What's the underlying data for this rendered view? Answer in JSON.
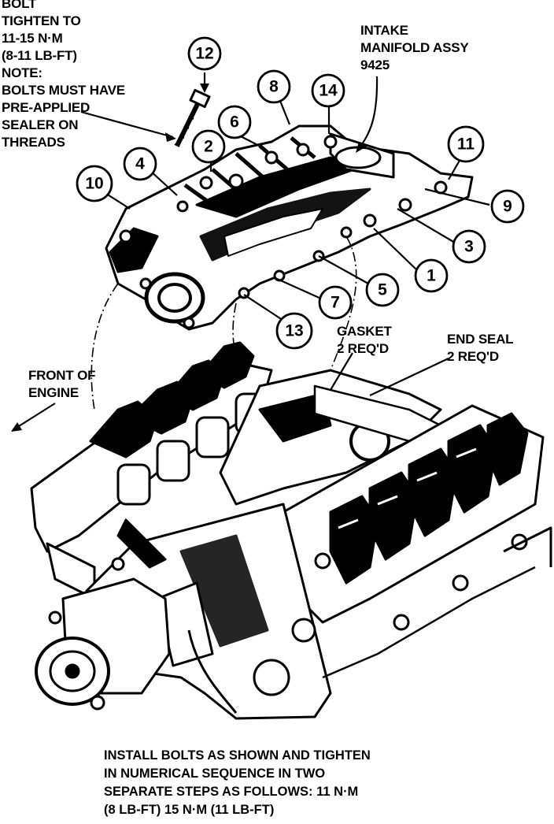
{
  "labels": {
    "bolt_note": [
      "BOLT",
      "TIGHTEN TO",
      "11-15 N·m",
      "(8-11 LB-FT)",
      "NOTE:",
      "BOLTS MUST HAVE",
      "PRE-APPLIED",
      "SEALER ON",
      "THREADS"
    ],
    "intake": [
      "INTAKE",
      "MANIFOLD ASSY",
      "9425"
    ],
    "gasket": [
      "GASKET",
      "2 REQ'D"
    ],
    "end_seal": [
      "END SEAL",
      "2 REQ'D"
    ],
    "front": [
      "FRONT OF",
      "ENGINE"
    ]
  },
  "callouts": [
    "12",
    "8",
    "14",
    "6",
    "2",
    "4",
    "10",
    "11",
    "9",
    "3",
    "1",
    "5",
    "7",
    "13"
  ],
  "footer": [
    "INSTALL BOLTS AS SHOWN AND TIGHTEN",
    "IN NUMERICAL SEQUENCE IN TWO",
    "SEPARATE STEPS AS FOLLOWS: 11 N·m",
    "(8 LB-FT) 15 N·m (11 LB-FT)"
  ]
}
